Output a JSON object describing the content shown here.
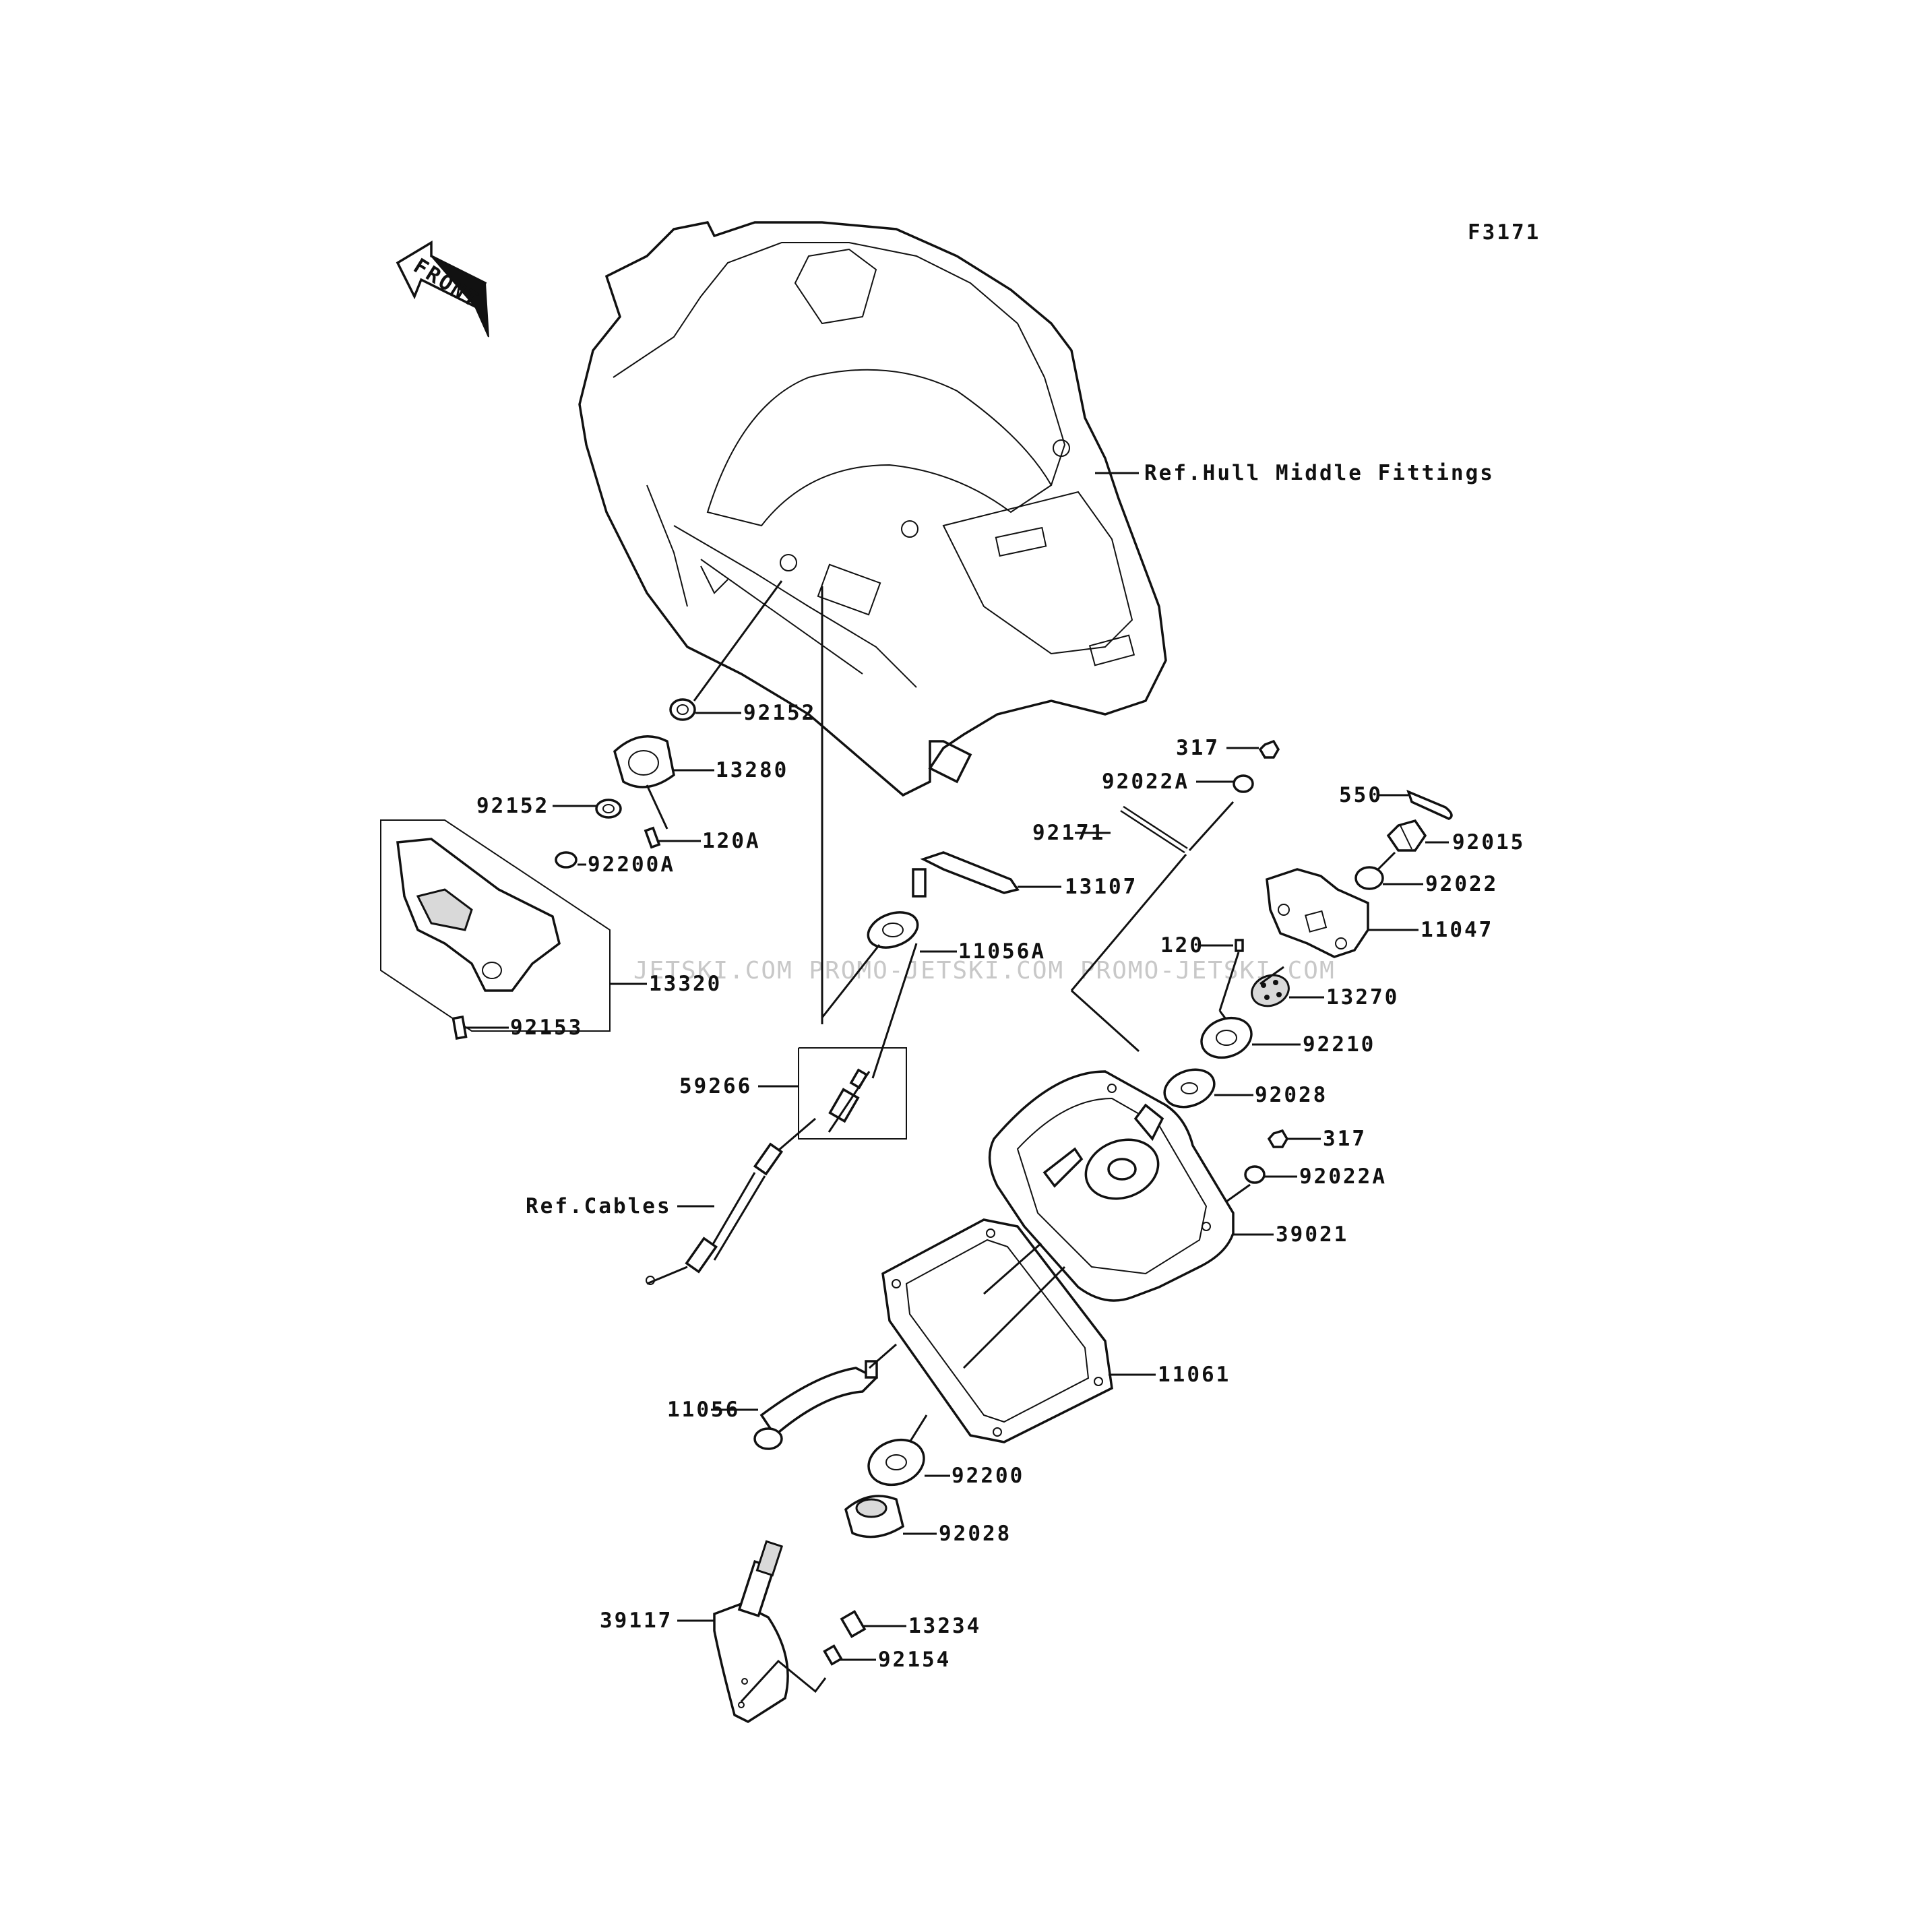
{
  "figure_code": "F3171",
  "front_label": "FRONT",
  "watermark": "JETSKI.COM  PROMO-JETSKI.COM  PROMO-JETSKI.COM",
  "references": {
    "hull": "Ref.Hull Middle Fittings",
    "cables": "Ref.Cables"
  },
  "part_labels": {
    "p92152_top": "92152",
    "p13280": "13280",
    "p92152_left": "92152",
    "p120A": "120A",
    "p92200A": "92200A",
    "p13320": "13320",
    "p92153": "92153",
    "p13107": "13107",
    "p11056A": "11056A",
    "p59266": "59266",
    "p317_top": "317",
    "p92022A_top": "92022A",
    "p92171": "92171",
    "p550": "550",
    "p92015": "92015",
    "p92022": "92022",
    "p11047": "11047",
    "p120": "120",
    "p13270": "13270",
    "p92210": "92210",
    "p92028_top": "92028",
    "p317_mid": "317",
    "p92022A_mid": "92022A",
    "p39021": "39021",
    "p11061": "11061",
    "p11056": "11056",
    "p92200": "92200",
    "p92028_bot": "92028",
    "p39117": "39117",
    "p13234": "13234",
    "p92154": "92154"
  }
}
